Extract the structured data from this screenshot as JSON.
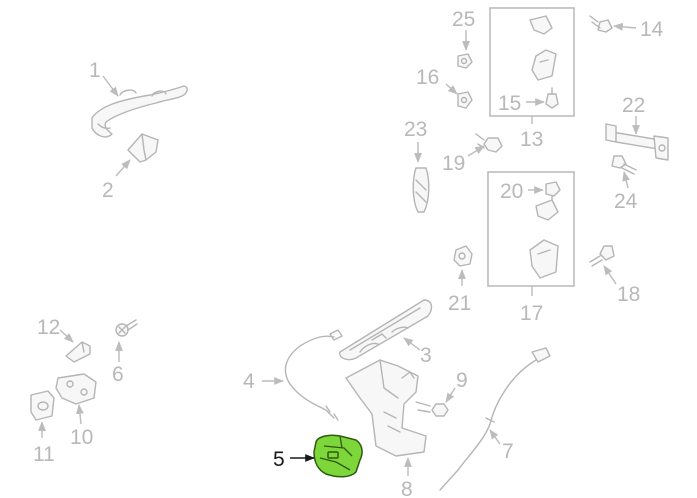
{
  "diagram": {
    "highlight_color": "#7dd63a",
    "label_color": "#b8b8b8",
    "active_label_color": "#1a1a1a",
    "callouts": {
      "c1": "1",
      "c2": "2",
      "c3": "3",
      "c4": "4",
      "c5": "5",
      "c6": "6",
      "c7": "7",
      "c8": "8",
      "c9": "9",
      "c10": "10",
      "c11": "11",
      "c12": "12",
      "c13": "13",
      "c14": "14",
      "c15": "15",
      "c16": "16",
      "c17": "17",
      "c18": "18",
      "c19": "19",
      "c20": "20",
      "c21": "21",
      "c22": "22",
      "c23": "23",
      "c24": "24",
      "c25": "25"
    },
    "selected_part": "5"
  }
}
